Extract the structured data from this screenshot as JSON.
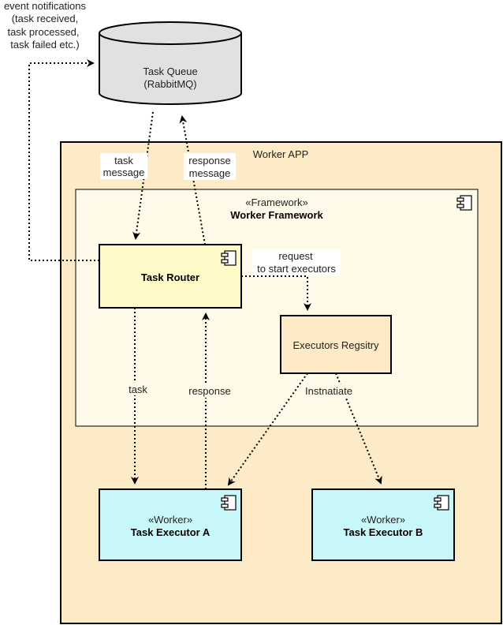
{
  "colors": {
    "worker_app_fill": "#fdebc8",
    "framework_fill": "#fffbe8",
    "task_router_fill": "#fffac8",
    "registry_fill": "#fdebc8",
    "executor_fill": "#c8f7f9",
    "queue_fill": "#e1e1e1"
  },
  "task_queue": {
    "name": "Task Queue",
    "subtitle": "(RabbitMQ)"
  },
  "event_notifications": {
    "lines": [
      "event notifications",
      "(task received,",
      "task processed,",
      "task failed etc.)"
    ]
  },
  "worker_app": {
    "title": "Worker APP"
  },
  "framework": {
    "stereotype": "«Framework»",
    "name": "Worker Framework",
    "icon": "component-icon"
  },
  "task_router": {
    "name": "Task Router",
    "icon": "component-icon"
  },
  "executors_registry": {
    "name": "Executors Regsitry"
  },
  "executor_a": {
    "stereotype": "«Worker»",
    "name": "Task Executor A",
    "icon": "component-icon"
  },
  "executor_b": {
    "stereotype": "«Worker»",
    "name": "Task Executor B",
    "icon": "component-icon"
  },
  "edges": {
    "task_message": [
      "task",
      "message"
    ],
    "response_message": [
      "response",
      "message"
    ],
    "request_start": [
      "request",
      "to start executors"
    ],
    "task": "task",
    "response": "response",
    "instantiate": "Instnatiate"
  }
}
